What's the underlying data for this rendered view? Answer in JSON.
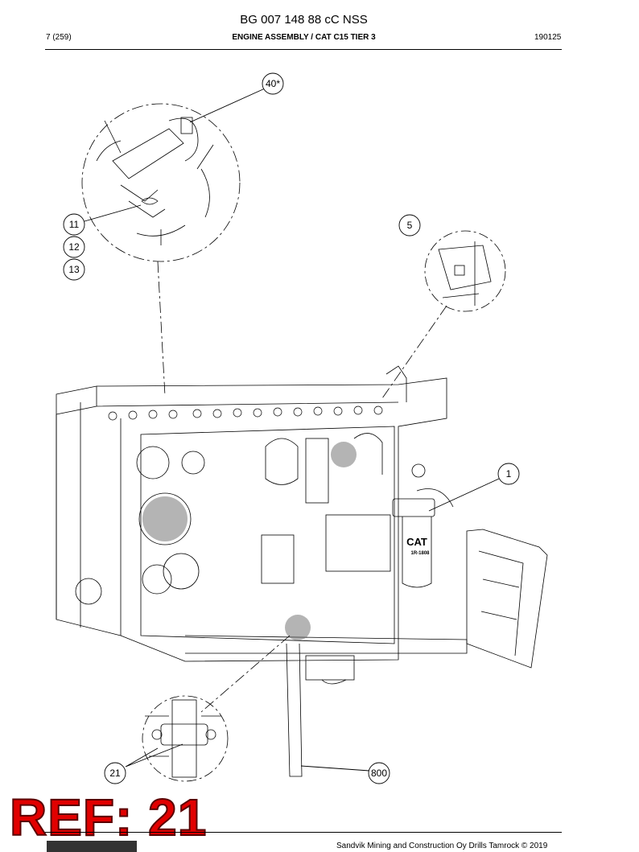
{
  "header": {
    "document_number": "BG 007 148 88 cC NSS",
    "page": "7 (259)",
    "section_title": "ENGINE ASSEMBLY / CAT C15 TIER 3",
    "revision": "190125"
  },
  "callouts": {
    "c40": "40*",
    "c11": "11",
    "c12": "12",
    "c13": "13",
    "c5": "5",
    "c1": "1",
    "c21": "21",
    "c800": "800"
  },
  "filter_label": {
    "brand": "CAT",
    "part": "1R-1808"
  },
  "stamp": "REF: 21",
  "footer": {
    "copyright": "Sandvik Mining and Construction Oy Drills Tamrock © 2019"
  }
}
